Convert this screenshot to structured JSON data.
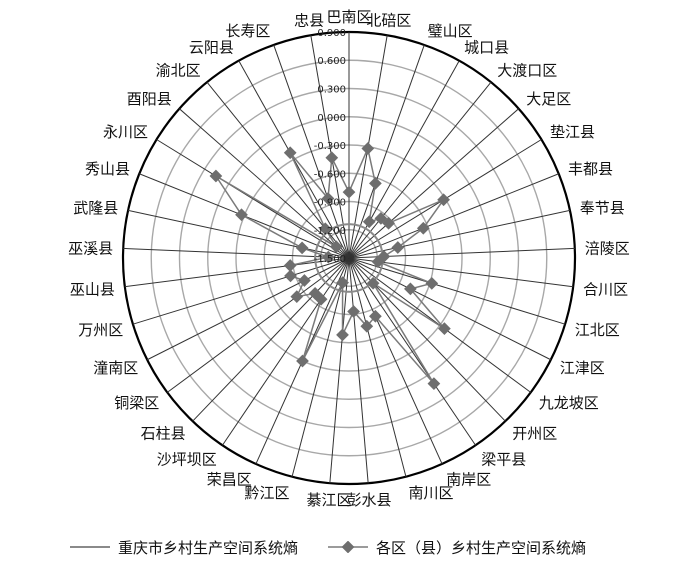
{
  "chart_data": {
    "type": "radar",
    "categories": [
      "巴南区",
      "北碚区",
      "璧山区",
      "城口县",
      "大渡口区",
      "大足区",
      "垫江县",
      "丰都县",
      "奉节县",
      "涪陵区",
      "合川区",
      "江北区",
      "江津区",
      "九龙坡区",
      "开州区",
      "梁平县",
      "南岸区",
      "南川区",
      "彭水县",
      "綦江区",
      "黔江区",
      "荣昌区",
      "沙坪坝区",
      "石柱县",
      "铜梁区",
      "潼南区",
      "万州区",
      "巫山县",
      "巫溪县",
      "武隆县",
      "秀山县",
      "永川区",
      "酉阳县",
      "渝北区",
      "云阳县",
      "长寿区",
      "忠县"
    ],
    "radial_ticks": [
      "0.900",
      "0.600",
      "0.300",
      "0.000",
      "-0.300",
      "-0.600",
      "-0.900",
      "-1.200",
      "-1.500"
    ],
    "rlim": [
      -1.5,
      0.9
    ],
    "series": [
      {
        "name": "重庆市乡村生产空间系统熵",
        "style": "line",
        "values": [
          -1.14,
          -1.14,
          -1.14,
          -1.14,
          -1.14,
          -1.14,
          -1.14,
          -1.14,
          -1.14,
          -1.14,
          -1.14,
          -1.14,
          -1.14,
          -1.14,
          -1.14,
          -1.14,
          -1.14,
          -1.14,
          -1.14,
          -1.14,
          -1.14,
          -1.14,
          -1.14,
          -1.14,
          -1.14,
          -1.14,
          -1.14,
          -1.14,
          -1.14,
          -1.14,
          -1.14,
          -1.14,
          -1.14,
          -1.14,
          -1.14,
          -1.14,
          -1.14
        ]
      },
      {
        "name": "各区（县）乡村生产空间系统熵",
        "style": "line-marker",
        "values": [
          -0.8,
          -0.32,
          -0.66,
          -1.06,
          -0.96,
          -0.94,
          -0.32,
          -0.65,
          -0.97,
          -1.13,
          -1.19,
          -0.58,
          -0.77,
          -0.24,
          -1.13,
          0.11,
          -0.82,
          -0.75,
          -0.93,
          -0.68,
          -1.23,
          -0.3,
          -0.97,
          -0.98,
          -0.81,
          -0.97,
          -0.85,
          -0.87,
          -1.28,
          -0.99,
          -0.27,
          0.16,
          -1.32,
          -1.1,
          -0.22,
          -0.83,
          -0.42
        ]
      }
    ],
    "grid": true,
    "legend_position": "bottom"
  }
}
